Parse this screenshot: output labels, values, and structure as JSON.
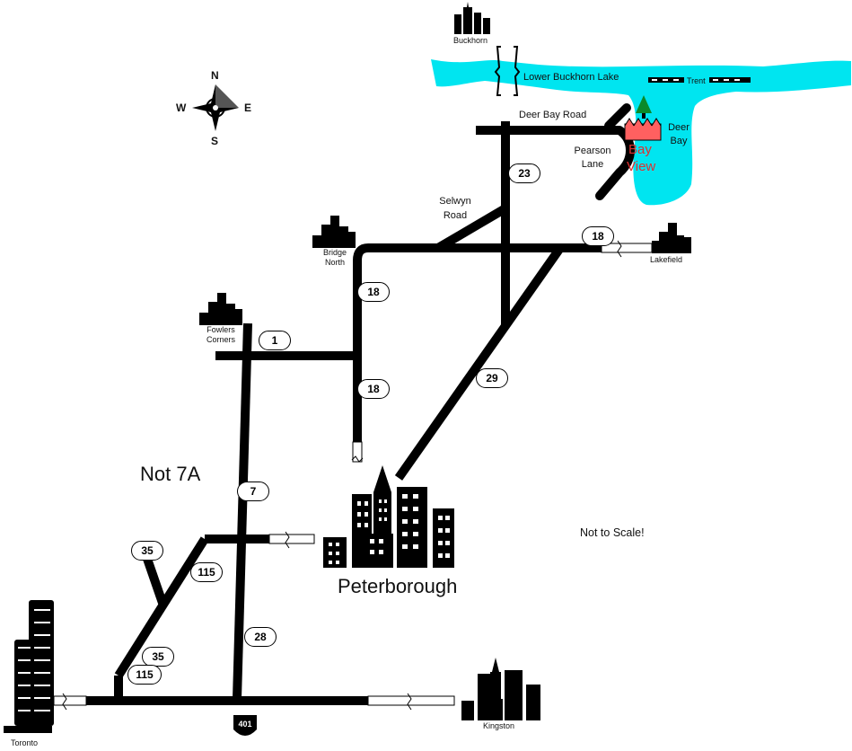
{
  "title": "Peterborough",
  "compass": {
    "north": "N",
    "south": "S",
    "east": "E",
    "west": "W"
  },
  "towns": {
    "buckhorn": "Buckhorn",
    "bridge_north_1": "Bridge",
    "bridge_north_2": "North",
    "lakefield": "Lakefield",
    "fowlers_1": "Fowlers",
    "fowlers_2": "Corners",
    "toronto": "Toronto",
    "kingston": "Kingston"
  },
  "water": {
    "lake": "Lower Buckhorn Lake",
    "trent": "Trent",
    "deer_bay_1": "Deer",
    "deer_bay_2": "Bay"
  },
  "roads": {
    "deer_bay_road": "Deer Bay Road",
    "pearson_1": "Pearson",
    "pearson_2": "Lane",
    "selwyn_1": "Selwyn",
    "selwyn_2": "Road"
  },
  "destination": {
    "line1": "Bay",
    "line2": "View",
    "color": "#e03030"
  },
  "shields": {
    "r23": "23",
    "r18a": "18",
    "r18b": "18",
    "r18c": "18",
    "r1": "1",
    "r29": "29",
    "r7": "7",
    "r35a": "35",
    "r115a": "115",
    "r28": "28",
    "r35b": "35",
    "r115b": "115",
    "r401": "401"
  },
  "notes": {
    "not7a": "Not 7A",
    "scale": "Not to Scale!"
  },
  "colors": {
    "road": "#000000",
    "water": "#00e5f0",
    "destination": "#e03030",
    "tree": "#0a8a2a"
  }
}
